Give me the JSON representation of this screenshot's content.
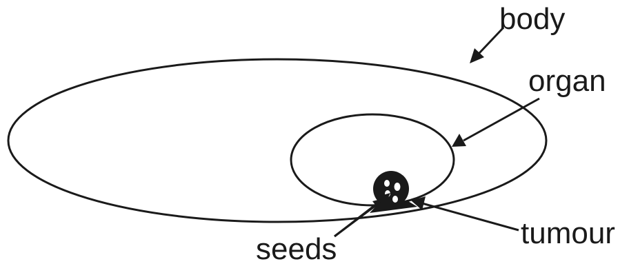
{
  "labels": {
    "body": "body",
    "organ": "organ",
    "tumour": "tumour",
    "seeds": "seeds"
  },
  "colors": {
    "line": "#1a1a1a",
    "background": "#ffffff",
    "seed": "#ffffff"
  },
  "icons": {
    "arrow": "arrow-icon"
  }
}
